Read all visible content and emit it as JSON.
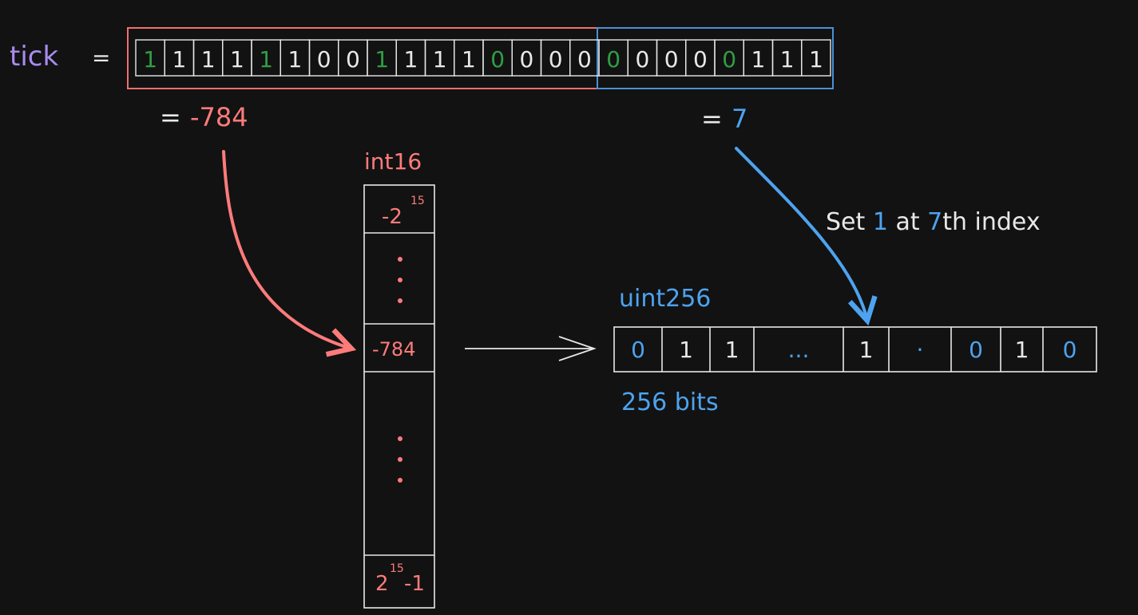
{
  "colors": {
    "background": "#121212",
    "white": "#e8e8e8",
    "red": "#ff7b7b",
    "blue": "#4da3ef",
    "green": "#2f9e44",
    "purple": "#a98cf0",
    "upper_box": "#f07070",
    "lower_box": "#4a90d9"
  },
  "tick": {
    "label": "tick",
    "equals": "=",
    "bits": [
      "1",
      "1",
      "1",
      "1",
      "1",
      "1",
      "0",
      "0",
      "1",
      "1",
      "1",
      "1",
      "0",
      "0",
      "0",
      "0",
      "0",
      "0",
      "0",
      "0",
      "0",
      "1",
      "1",
      "1"
    ],
    "highlighted_bits": [
      0,
      4,
      8,
      12,
      16,
      20
    ]
  },
  "word_value": {
    "prefix": "=",
    "value": "-784"
  },
  "bit_value": {
    "prefix": "=",
    "value": "7"
  },
  "int16": {
    "title": "int16",
    "min_base": "-2",
    "min_exp": "15",
    "dots": ":",
    "row_value": "-784",
    "max_base": "2",
    "max_exp": "15",
    "max_suffix": "-1"
  },
  "set_label": {
    "part1": "Set ",
    "bit": "1",
    "part2": " at ",
    "index": "7",
    "part3": "th index"
  },
  "uint256": {
    "title": "uint256",
    "cells": [
      "0",
      "1",
      "1",
      "...",
      "1",
      "·",
      "0",
      "1",
      "0"
    ],
    "bits_label": "256 bits"
  }
}
